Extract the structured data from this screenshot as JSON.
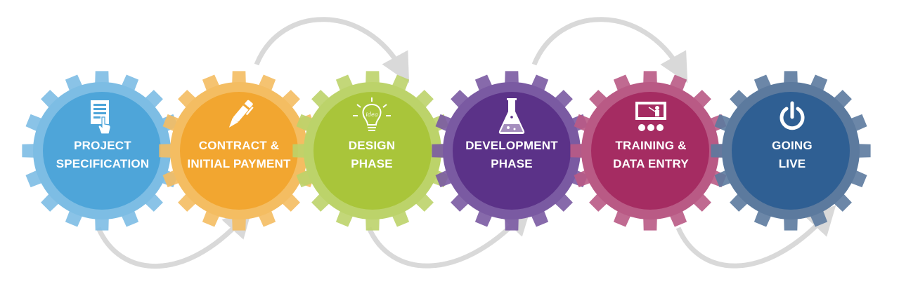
{
  "steps": [
    {
      "id": "project-specification",
      "line1": "PROJECT",
      "line2": "SPECIFICATION",
      "icon": "document-touch-icon",
      "color": "#4ea5d9",
      "rim": "#7dbde4"
    },
    {
      "id": "contract-initial-payment",
      "line1": "CONTRACT &",
      "line2": "INITIAL PAYMENT",
      "icon": "pen-icon",
      "color": "#f2a630",
      "rim": "#f4bd62"
    },
    {
      "id": "design-phase",
      "line1": "DESIGN",
      "line2": "PHASE",
      "icon": "lightbulb-idea-icon",
      "color": "#a9c53a",
      "rim": "#bcd36a"
    },
    {
      "id": "development-phase",
      "line1": "DEVELOPMENT",
      "line2": "PHASE",
      "icon": "flask-icon",
      "color": "#5b3288",
      "rim": "#7a5aa2"
    },
    {
      "id": "training-data-entry",
      "line1": "TRAINING &",
      "line2": "DATA ENTRY",
      "icon": "presentation-board-icon",
      "color": "#a52c62",
      "rim": "#b95a85"
    },
    {
      "id": "going-live",
      "line1": "GOING",
      "line2": "LIVE",
      "icon": "power-icon",
      "color": "#2f5f93",
      "rim": "#5c7a9e"
    }
  ],
  "icon_text": {
    "idea": "idea"
  },
  "arrow_color": "#d9d9d9"
}
